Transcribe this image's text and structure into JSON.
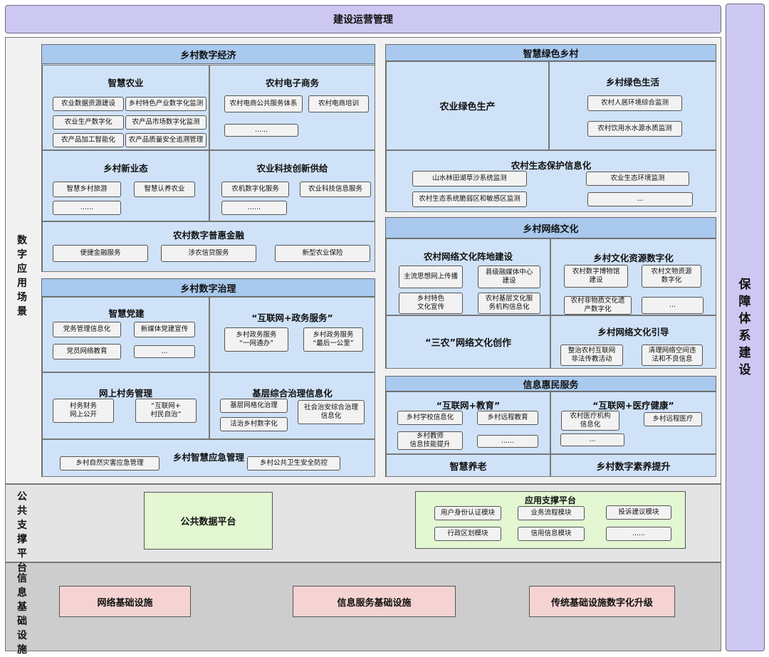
{
  "top_bar": "建设运营管理",
  "right_bar": "保障体系建设",
  "left_labels": {
    "digital_app": "数字应用场景",
    "public_support": "公共支撑平台",
    "info_infra": "信息基础设施"
  },
  "economy": {
    "title": "乡村数字经济",
    "smart_agri": {
      "title": "智慧农业",
      "items": [
        "农业数据资源建设",
        "乡村特色产业数字化监测",
        "农业生产数字化",
        "农产品市场数字化监测",
        "农产品加工智能化",
        "农产品质量安全追溯管理"
      ]
    },
    "ecommerce": {
      "title": "农村电子商务",
      "items": [
        "农村电商公共服务体系",
        "农村电商培训",
        "......"
      ]
    },
    "new_business": {
      "title": "乡村新业态",
      "items": [
        "智慧乡村旅游",
        "智慧认养农业",
        "......"
      ]
    },
    "tech_supply": {
      "title": "农业科技创新供给",
      "items": [
        "农机数字化服务",
        "农业科技信息服务",
        "......"
      ]
    },
    "finance": {
      "title": "农村数字普惠金融",
      "items": [
        "便捷金融服务",
        "涉农信贷服务",
        "新型农业保险"
      ]
    }
  },
  "governance": {
    "title": "乡村数字治理",
    "party": {
      "title": "智慧党建",
      "items": [
        "党务管理信息化",
        "新媒体党建宣传",
        "党员网络教育",
        "..."
      ]
    },
    "gov_service": {
      "title": "“互联网+政务服务”",
      "items": [
        "乡村政务服务\n“一网通办”",
        "乡村政务服务\n“最后一公里”"
      ]
    },
    "village_affairs": {
      "title": "网上村务管理",
      "items": [
        "村务财务\n网上公开",
        "“互联网+\n村民自治”"
      ]
    },
    "grassroots": {
      "title": "基层综合治理信息化",
      "items": [
        "基层网格化治理",
        "法治乡村数字化",
        "社会治安综合治理\n信息化"
      ]
    },
    "emergency": {
      "title": "乡村智慧应急管理",
      "items": [
        "乡村自然灾害应急管理",
        "乡村公共卫生安全防控"
      ]
    }
  },
  "green": {
    "title": "智慧绿色乡村",
    "production": "农业绿色生产",
    "life": {
      "title": "乡村绿色生活",
      "items": [
        "农村人居环境综合监测",
        "农村饮用水水源水质监测"
      ]
    },
    "eco": {
      "title": "农村生态保护信息化",
      "items": [
        "山水林田湖草沙系统监测",
        "农业生态环境监测",
        "农村生态系统脆弱区和敏感区监测",
        "..."
      ]
    }
  },
  "culture": {
    "title": "乡村网络文化",
    "position": {
      "title": "农村网络文化阵地建设",
      "items": [
        "主流思想网上传播",
        "县级融媒体中心\n建设",
        "乡村特色\n文化宣传",
        "农村基层文化服\n务机构信息化"
      ]
    },
    "resources": {
      "title": "乡村文化资源数字化",
      "items": [
        "农村数字博物馆\n建设",
        "农村文物资源\n数字化",
        "农村非物质文化遗\n产数字化",
        "..."
      ]
    },
    "creation": "“三农”网络文化创作",
    "guidance": {
      "title": "乡村网络文化引导",
      "items": [
        "整治农村互联网\n非法传教活动",
        "清理网络空间违\n法和不良信息"
      ]
    }
  },
  "benefit": {
    "title": "信息惠民服务",
    "education": {
      "title": "“互联网+教育”",
      "items": [
        "乡村学校信息化",
        "乡村远程教育",
        "乡村教师\n信息技能提升",
        "......"
      ]
    },
    "health": {
      "title": "“互联网+医疗健康”",
      "items": [
        "农村医疗机构\n信息化",
        "乡村远程医疗",
        "..."
      ]
    },
    "elderly": "智慧养老",
    "literacy": "乡村数字素养提升"
  },
  "public_platform": {
    "data": "公共数据平台",
    "app_support": {
      "title": "应用支撑平台",
      "items": [
        "用户身份认证模块",
        "业务流程模块",
        "投诉建议模块",
        "行政区划模块",
        "信用信息模块",
        "......"
      ]
    }
  },
  "infrastructure": [
    "网络基础设施",
    "信息服务基础设施",
    "传统基础设施数字化升级"
  ],
  "colors": {
    "purple": "#ccc8f1",
    "header_blue": "#a9c9ee",
    "panel_blue": "#dbe8f9",
    "green": "#e2f7d2",
    "pink": "#f6d3d3"
  }
}
